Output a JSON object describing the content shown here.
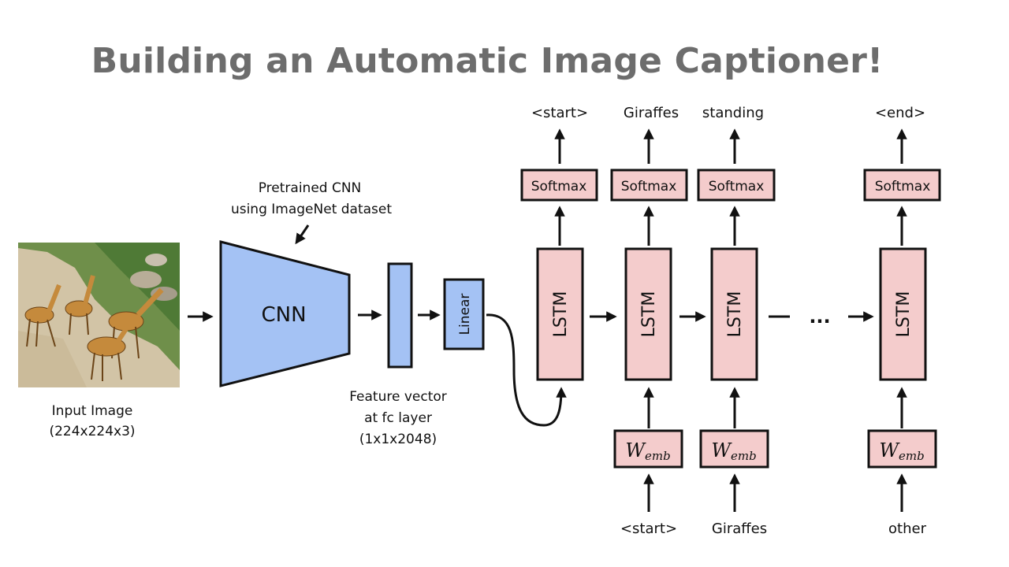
{
  "title": "Building an Automatic Image Captioner!",
  "input_image": {
    "label_line1": "Input Image",
    "label_line2": "(224x224x3)"
  },
  "cnn": {
    "label": "CNN",
    "note_line1": "Pretrained CNN",
    "note_line2": "using ImageNet dataset"
  },
  "feature": {
    "label_line1": "Feature vector",
    "label_line2": "at fc layer",
    "label_line3": "(1x1x2048)"
  },
  "linear": {
    "label": "Linear"
  },
  "lstm_label": "LSTM",
  "softmax_label": "Softmax",
  "wemb": {
    "base": "W",
    "sub": "emb"
  },
  "ellipsis": "...",
  "outputs": [
    "<start>",
    "Giraffes",
    "standing",
    "<end>"
  ],
  "inputs": [
    "<start>",
    "Giraffes",
    "other"
  ],
  "colors": {
    "title": "#6d6d6d",
    "pink": "#f4cccc",
    "blue": "#a4c2f4"
  }
}
